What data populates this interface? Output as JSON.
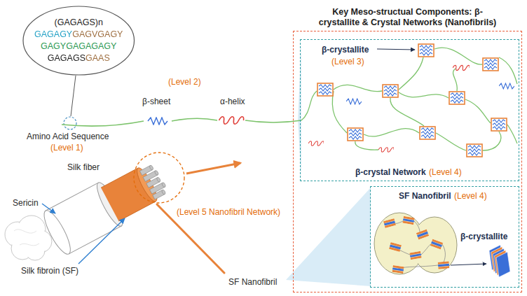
{
  "diagram": {
    "nodes": [
      {
        "text": [
          "(GAGAGS)n",
          "GAGAGYGAGVGAGY",
          "GAGYGAGAGAGY",
          "GAGAGSGAAS"
        ]
      },
      {
        "text": [
          "Key Meso-structual Components: β-crystallite & Crystal Networks (Nanofibrils)"
        ]
      },
      {
        "text": [
          "β-crystallite",
          "(Level 3)",
          "β-crystal Network",
          "(Level 4)"
        ],
        "in": 1
      },
      {
        "text": [
          "SF Nanofibril",
          "(Level 4)",
          "β-crystallite"
        ],
        "in": 1
      }
    ],
    "labels": [
      "Amino Acid Sequence",
      "(Level 1)",
      "(Level 2)",
      "β-sheet",
      "α-helix",
      "Silk fiber",
      "(Level 5 Nanofibril Network)",
      "Sericin",
      "Silk fibroin (SF)",
      "SF Nanofibril"
    ]
  }
}
